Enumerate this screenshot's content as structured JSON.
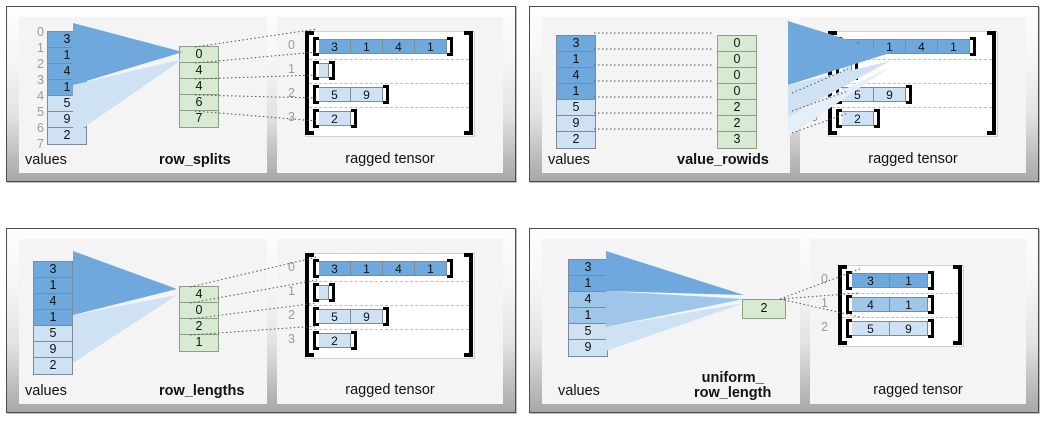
{
  "panels": [
    {
      "id": "row_splits",
      "values_label": "values",
      "encoding_label": "row_splits",
      "tensor_label": "ragged tensor",
      "show_value_indices": true,
      "value_indices": [
        "0",
        "1",
        "2",
        "3",
        "4",
        "5",
        "6",
        "7"
      ],
      "values": [
        {
          "v": "3",
          "shade": "dark"
        },
        {
          "v": "1",
          "shade": "dark"
        },
        {
          "v": "4",
          "shade": "dark"
        },
        {
          "v": "1",
          "shade": "dark"
        },
        {
          "v": "5",
          "shade": "light"
        },
        {
          "v": "9",
          "shade": "light"
        },
        {
          "v": "2",
          "shade": "light"
        }
      ],
      "encoding": [
        "0",
        "4",
        "4",
        "6",
        "7"
      ],
      "tensor_rows": [
        {
          "index": "0",
          "cells": [
            {
              "v": "3",
              "shade": "dark"
            },
            {
              "v": "1",
              "shade": "dark"
            },
            {
              "v": "4",
              "shade": "dark"
            },
            {
              "v": "1",
              "shade": "dark"
            }
          ]
        },
        {
          "index": "1",
          "cells": []
        },
        {
          "index": "2",
          "cells": [
            {
              "v": "5",
              "shade": "light"
            },
            {
              "v": "9",
              "shade": "light"
            }
          ]
        },
        {
          "index": "3",
          "cells": [
            {
              "v": "2",
              "shade": "light"
            }
          ]
        }
      ]
    },
    {
      "id": "value_rowids",
      "values_label": "values",
      "encoding_label": "value_rowids",
      "tensor_label": "ragged tensor",
      "show_value_indices": false,
      "value_indices": [],
      "values": [
        {
          "v": "3",
          "shade": "dark"
        },
        {
          "v": "1",
          "shade": "dark"
        },
        {
          "v": "4",
          "shade": "dark"
        },
        {
          "v": "1",
          "shade": "dark"
        },
        {
          "v": "5",
          "shade": "light"
        },
        {
          "v": "9",
          "shade": "light"
        },
        {
          "v": "2",
          "shade": "light"
        }
      ],
      "encoding": [
        "0",
        "0",
        "0",
        "0",
        "2",
        "2",
        "3"
      ],
      "tensor_rows": [
        {
          "index": "0",
          "cells": [
            {
              "v": "3",
              "shade": "dark"
            },
            {
              "v": "1",
              "shade": "dark"
            },
            {
              "v": "4",
              "shade": "dark"
            },
            {
              "v": "1",
              "shade": "dark"
            }
          ]
        },
        {
          "index": "1",
          "cells": []
        },
        {
          "index": "2",
          "cells": [
            {
              "v": "5",
              "shade": "light"
            },
            {
              "v": "9",
              "shade": "light"
            }
          ]
        },
        {
          "index": "3",
          "cells": [
            {
              "v": "2",
              "shade": "light"
            }
          ]
        }
      ]
    },
    {
      "id": "row_lengths",
      "values_label": "values",
      "encoding_label": "row_lengths",
      "tensor_label": "ragged tensor",
      "show_value_indices": false,
      "value_indices": [],
      "values": [
        {
          "v": "3",
          "shade": "dark"
        },
        {
          "v": "1",
          "shade": "dark"
        },
        {
          "v": "4",
          "shade": "dark"
        },
        {
          "v": "1",
          "shade": "dark"
        },
        {
          "v": "5",
          "shade": "light"
        },
        {
          "v": "9",
          "shade": "light"
        },
        {
          "v": "2",
          "shade": "light"
        }
      ],
      "encoding": [
        "4",
        "0",
        "2",
        "1"
      ],
      "tensor_rows": [
        {
          "index": "0",
          "cells": [
            {
              "v": "3",
              "shade": "dark"
            },
            {
              "v": "1",
              "shade": "dark"
            },
            {
              "v": "4",
              "shade": "dark"
            },
            {
              "v": "1",
              "shade": "dark"
            }
          ]
        },
        {
          "index": "1",
          "cells": []
        },
        {
          "index": "2",
          "cells": [
            {
              "v": "5",
              "shade": "light"
            },
            {
              "v": "9",
              "shade": "light"
            }
          ]
        },
        {
          "index": "3",
          "cells": [
            {
              "v": "2",
              "shade": "light"
            }
          ]
        }
      ]
    },
    {
      "id": "uniform_row_length",
      "values_label": "values",
      "encoding_label": "uniform_\nrow_length",
      "encoding_label_line1": "uniform_",
      "encoding_label_line2": "row_length",
      "tensor_label": "ragged tensor",
      "show_value_indices": false,
      "value_indices": [],
      "values": [
        {
          "v": "3",
          "shade": "dark"
        },
        {
          "v": "1",
          "shade": "dark"
        },
        {
          "v": "4",
          "shade": "mid"
        },
        {
          "v": "1",
          "shade": "mid"
        },
        {
          "v": "5",
          "shade": "light"
        },
        {
          "v": "9",
          "shade": "light"
        }
      ],
      "encoding": [
        "2"
      ],
      "tensor_rows": [
        {
          "index": "0",
          "cells": [
            {
              "v": "3",
              "shade": "dark"
            },
            {
              "v": "1",
              "shade": "dark"
            }
          ]
        },
        {
          "index": "1",
          "cells": [
            {
              "v": "4",
              "shade": "mid"
            },
            {
              "v": "1",
              "shade": "mid"
            }
          ]
        },
        {
          "index": "2",
          "cells": [
            {
              "v": "5",
              "shade": "light"
            },
            {
              "v": "9",
              "shade": "light"
            }
          ]
        }
      ]
    }
  ],
  "colors": {
    "dark_blue": "#6fa8dc",
    "mid_blue": "#9fc5e8",
    "light_blue": "#cfe2f3",
    "green": "#d9ead3",
    "cell_border": "#7d8b99",
    "index_gray": "#9a9a9a",
    "panel_border": "#4d4d4d"
  }
}
